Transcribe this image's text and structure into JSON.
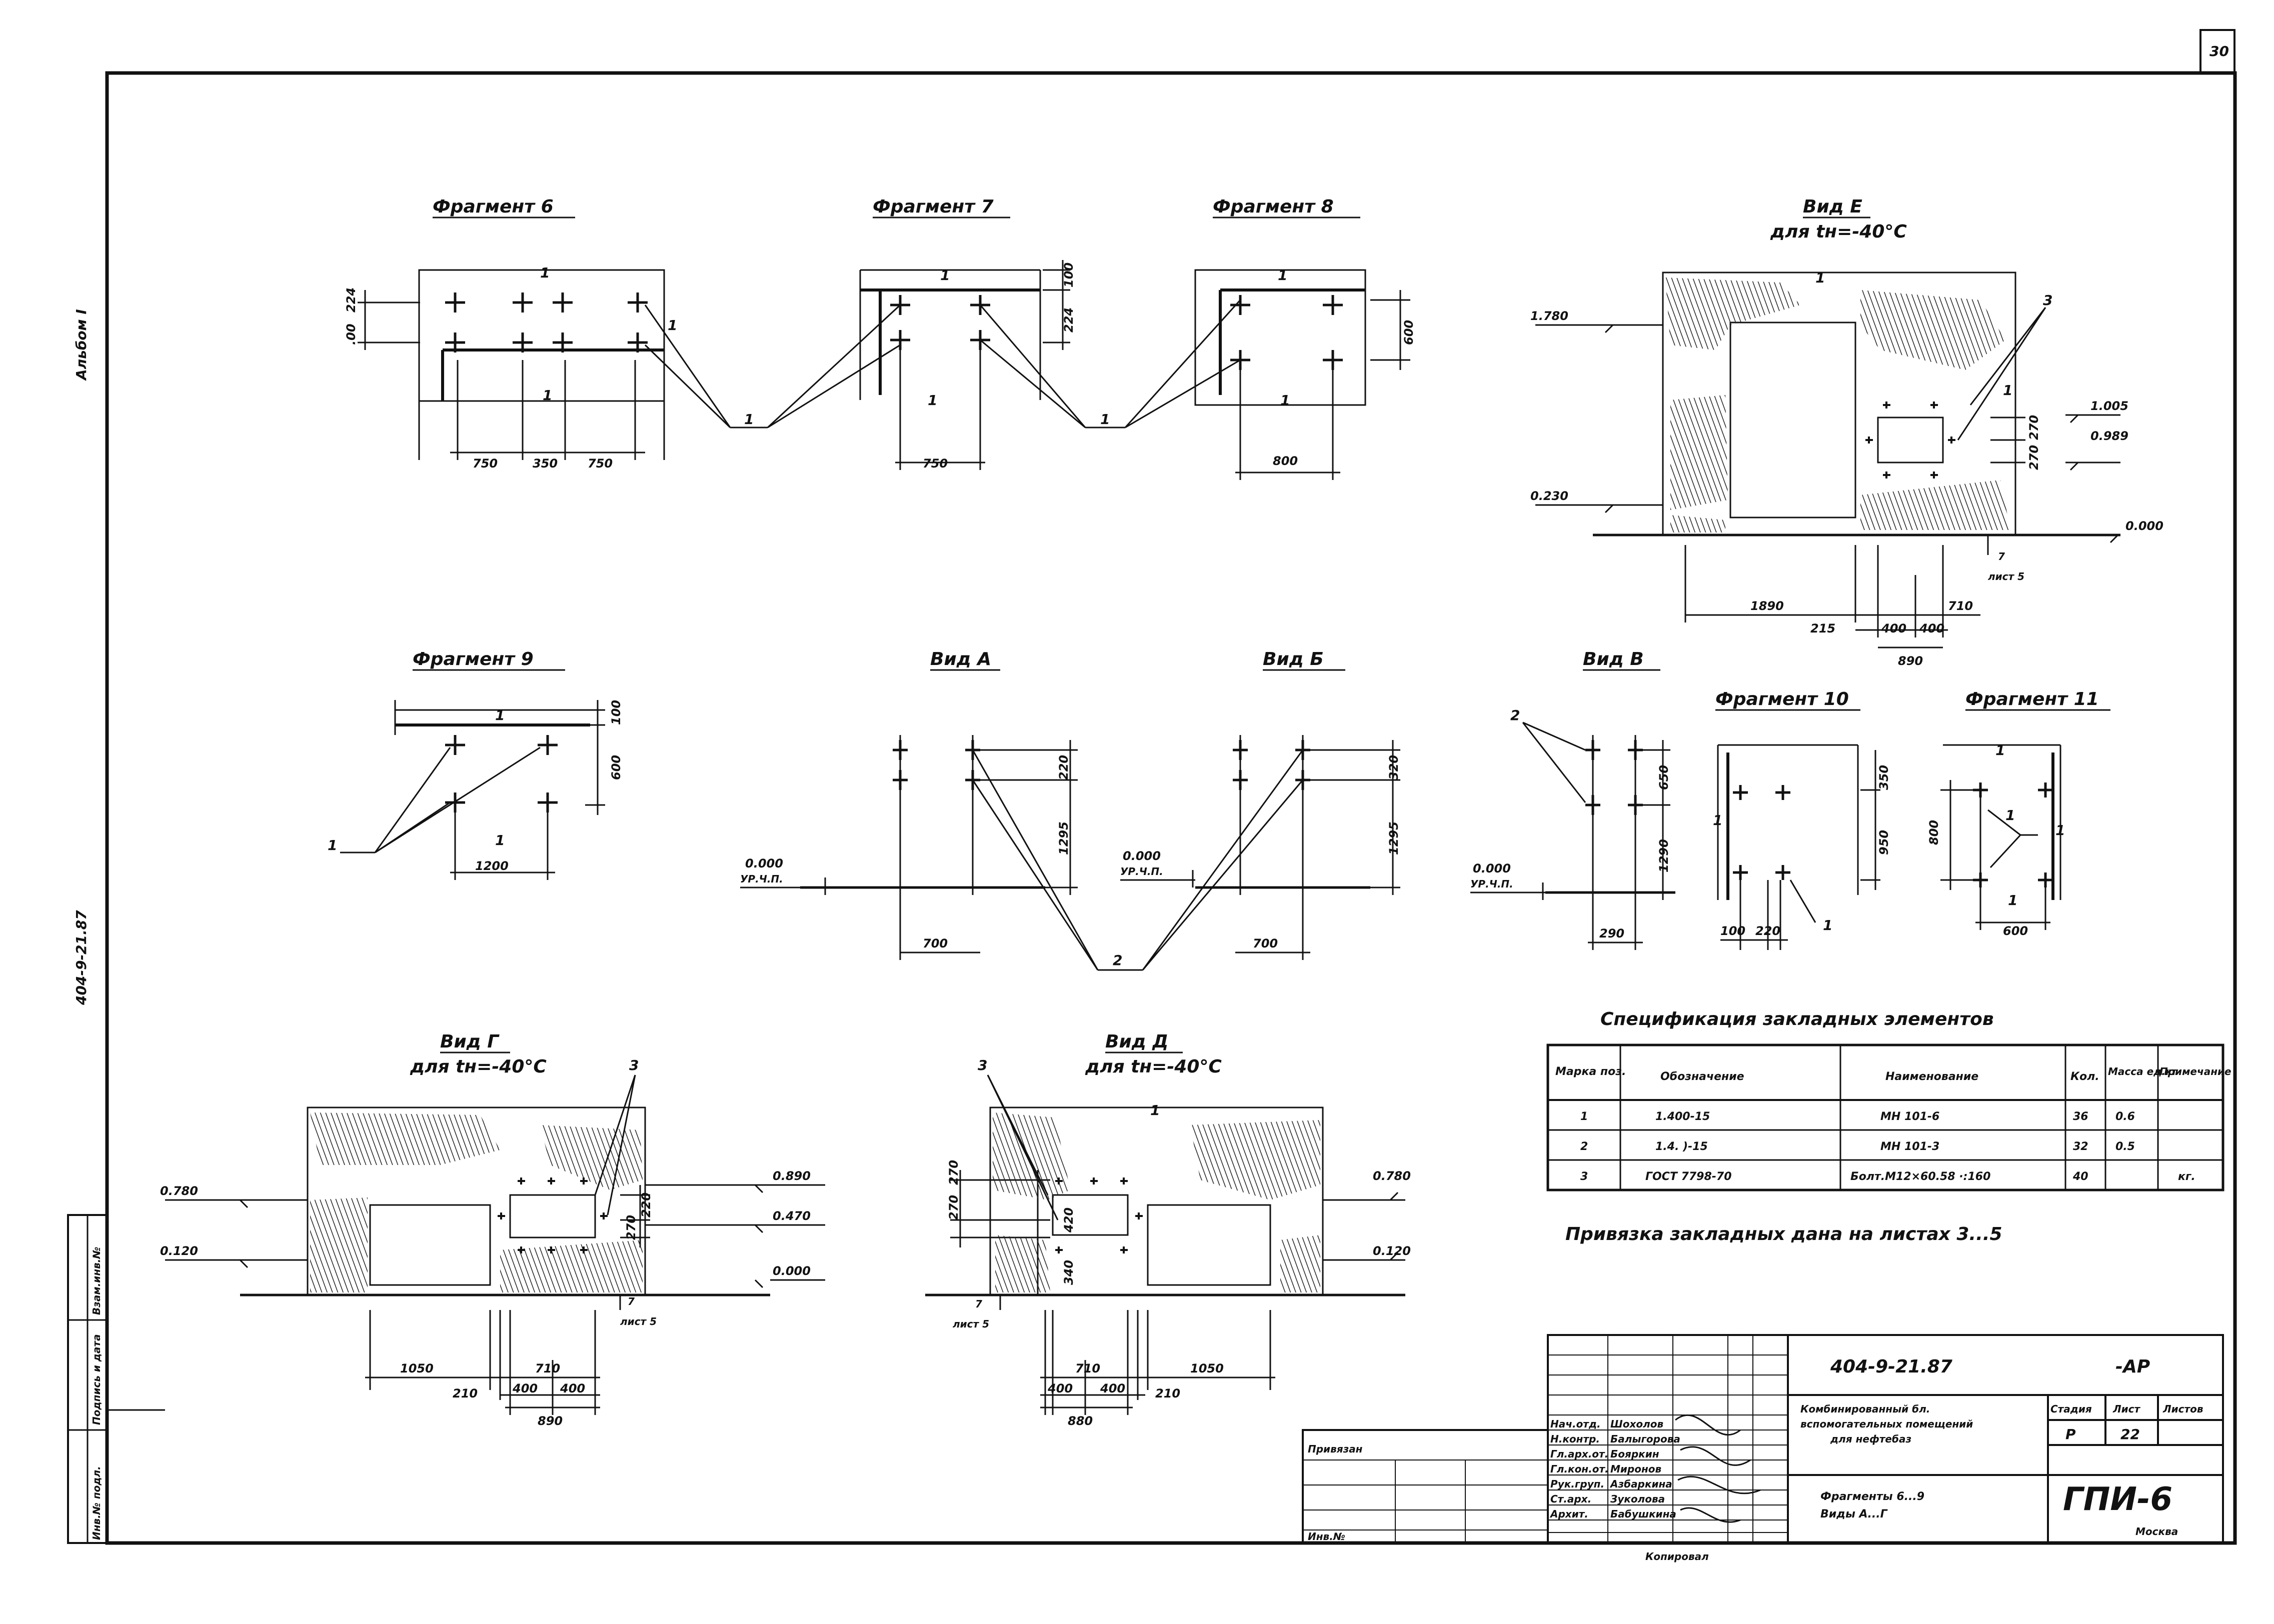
{
  "sheet": {
    "page_number": "30",
    "side_stamp_top": "Альбом I",
    "side_stamp_project": "404-9-21.87",
    "left_strip": [
      "Инв.№ подл.",
      "Подпись и дата",
      "Взам.инв.№"
    ]
  },
  "fragments": {
    "f6": {
      "title": "Фрагмент 6",
      "dims": [
        "750",
        "350",
        "750"
      ],
      "vdims": [
        ".00",
        "224"
      ],
      "marks": [
        "1",
        "1",
        "1"
      ]
    },
    "f7": {
      "title": "Фрагмент 7",
      "dims": [
        "750"
      ],
      "vdims": [
        "100",
        "224"
      ],
      "marks": [
        "1",
        "1"
      ]
    },
    "f8": {
      "title": "Фрагмент 8",
      "dims": [
        "800"
      ],
      "vdims": [
        "600"
      ],
      "marks": [
        "1",
        "1"
      ]
    },
    "f9": {
      "title": "Фрагмент 9",
      "dims": [
        "1200"
      ],
      "vdims": [
        "100",
        "600"
      ],
      "marks": [
        "1",
        "1",
        "1"
      ]
    },
    "f10": {
      "title": "Фрагмент 10",
      "dims": [
        "100",
        "220"
      ],
      "vdims": [
        "350",
        "950"
      ],
      "marks": [
        "1",
        "1"
      ]
    },
    "f11": {
      "title": "Фрагмент 11",
      "dims": [
        "600"
      ],
      "vdims": [
        "800"
      ],
      "marks": [
        "1",
        "1",
        "1",
        "1"
      ]
    },
    "leader_1a": "1",
    "leader_1b": "1"
  },
  "views": {
    "A": {
      "title": "Вид А",
      "elev": "0.000",
      "elev_sub": "УР.Ч.П.",
      "dims": [
        "700"
      ],
      "vdims": [
        "220",
        "1295"
      ]
    },
    "B": {
      "title": "Вид Б",
      "elev": "0.000",
      "elev_sub": "УР.Ч.П.",
      "dims": [
        "700"
      ],
      "vdims": [
        "320",
        "1295"
      ]
    },
    "V": {
      "title": "Вид В",
      "elev": "0.000",
      "elev_sub": "УР.Ч.П.",
      "dims": [
        "290"
      ],
      "vdims": [
        "650",
        "1290"
      ],
      "mark": "2"
    },
    "AB_mark": "2",
    "E": {
      "title": "Вид Е",
      "subtitle": "для tн=-40°С",
      "elevs_left": [
        "1.780",
        "0.230"
      ],
      "elevs_right": [
        "1.005",
        "0.989",
        "0.000"
      ],
      "dims": [
        "1890",
        "710",
        "215",
        "400",
        "400",
        "890"
      ],
      "vdims": [
        "270",
        "270"
      ],
      "mark": "3",
      "top_mark": "1",
      "right_mark": "1",
      "section_ref": "7",
      "section_sub": "лист 5"
    },
    "G": {
      "title": "Вид Г",
      "subtitle": "для tн=-40°С",
      "elevs_left": [
        "0.780",
        "0.120"
      ],
      "elevs_right": [
        "0.890",
        "0.470",
        "0.000"
      ],
      "dims": [
        "1050",
        "710",
        "210",
        "400",
        "400",
        "890"
      ],
      "vdims": [
        "220",
        "270"
      ],
      "mark": "3",
      "section_ref": "7",
      "section_sub": "лист 5"
    },
    "D": {
      "title": "Вид Д",
      "subtitle": "для tн=-40°С",
      "elevs": [
        "0.780",
        "0.120"
      ],
      "dims": [
        "710",
        "1050",
        "400",
        "400",
        "210",
        "880"
      ],
      "vdims": [
        "270",
        "270",
        "420",
        "340"
      ],
      "mark": "3",
      "top_mark": "1",
      "section_ref": "7",
      "section_sub": "лист 5"
    }
  },
  "spec": {
    "title": "Спецификация закладных элементов",
    "headers": [
      "Марка поз.",
      "Обозначение",
      "Наименование",
      "Кол.",
      "Масса ед.кг",
      "Примечание"
    ],
    "rows": [
      [
        "1",
        "1.400-15",
        "МН 101-6",
        "36",
        "0.6",
        ""
      ],
      [
        "2",
        "1.4. )-15",
        "МН 101-3",
        "32",
        "0.5",
        ""
      ],
      [
        "3",
        "ГОСТ 7798-70",
        "Болт.М12×60.58 ·:160",
        "40",
        "",
        "кг."
      ]
    ],
    "note": "Привязка закладных дана на листах 3...5"
  },
  "title_block": {
    "code": "404-9-21.87",
    "code_suffix": "-АР",
    "privyazan": "Привязан",
    "inv": "Инв.№",
    "roles": [
      "Нач.отд.",
      "Н.контр.",
      "Гл.арх.от.",
      "Гл.кон.от.",
      "Рук.груп.",
      "Ст.арх.",
      "Архит."
    ],
    "names": [
      "Шохолов",
      "Балыгорова",
      "Бояркин",
      "Миронов",
      "Азбаркина",
      "Зуколова",
      "Бабушкина"
    ],
    "project_title": [
      "Комбинированный бл.",
      "вспомогательных помещений",
      "для нефтебаз"
    ],
    "sheet_title": [
      "Фрагменты 6...9",
      "Виды А...Г"
    ],
    "stage_label": "Стадия",
    "sheet_label": "Лист",
    "sheets_label": "Листов",
    "stage": "Р",
    "sheet_no": "22",
    "org": "ГПИ-6",
    "city": "Москва",
    "copied": "Копировал"
  }
}
